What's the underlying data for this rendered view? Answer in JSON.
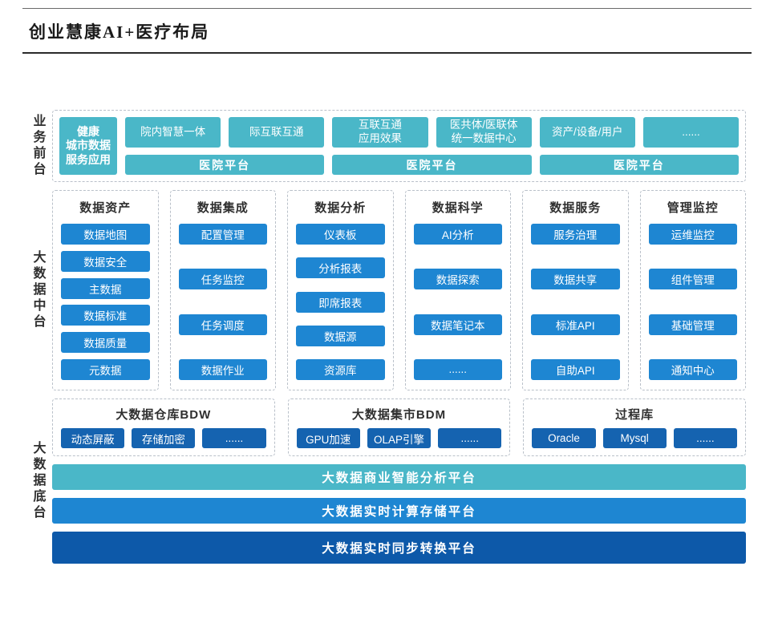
{
  "title": "创业慧康AI+医疗布局",
  "colors": {
    "teal": "#4ab7c8",
    "blue": "#1e86d2",
    "navy": "#1563b0",
    "bar-teal": "#4ab7c8",
    "bar-blue": "#1e86d2",
    "bar-dark": "#0d59a9",
    "border": "#b9c0c9",
    "text": "#2f2f2f"
  },
  "front": {
    "side_label": "业务前台",
    "label_box": "健康\n城市数据\n服务应用",
    "row1": [
      "院内智慧一体",
      "际互联互通",
      "互联互通\n应用效果",
      "医共体/医联体\n统一数据中心",
      "资产/设备/用户",
      "......"
    ],
    "row2": [
      "医院平台",
      "医院平台",
      "医院平台"
    ]
  },
  "middle": {
    "side_label": "大数据中台",
    "columns": [
      {
        "header": "数据资产",
        "items": [
          "数据地图",
          "数据安全",
          "主数据",
          "数据标准",
          "数据质量",
          "元数据"
        ]
      },
      {
        "header": "数据集成",
        "items": [
          "配置管理",
          "任务监控",
          "任务调度",
          "数据作业"
        ]
      },
      {
        "header": "数据分析",
        "items": [
          "仪表板",
          "分析报表",
          "即席报表",
          "数据源",
          "资源库"
        ]
      },
      {
        "header": "数据科学",
        "items": [
          "AI分析",
          "数据探索",
          "数据笔记本",
          "......"
        ]
      },
      {
        "header": "数据服务",
        "items": [
          "服务治理",
          "数据共享",
          "标准API",
          "自助API"
        ]
      },
      {
        "header": "管理监控",
        "items": [
          "运维监控",
          "组件管理",
          "基础管理",
          "通知中心"
        ]
      }
    ]
  },
  "bottom": {
    "side_label": "大数据底台",
    "groups": [
      {
        "title": "大数据仓库BDW",
        "items": [
          "动态屏蔽",
          "存储加密",
          "......"
        ]
      },
      {
        "title": "大数据集市BDM",
        "items": [
          "GPU加速",
          "OLAP引擎",
          "......"
        ]
      },
      {
        "title": "过程库",
        "items": [
          "Oracle",
          "Mysql",
          "......"
        ]
      }
    ],
    "bars": [
      "大数据商业智能分析平台",
      "大数据实时计算存储平台",
      "大数据实时同步转换平台"
    ]
  }
}
